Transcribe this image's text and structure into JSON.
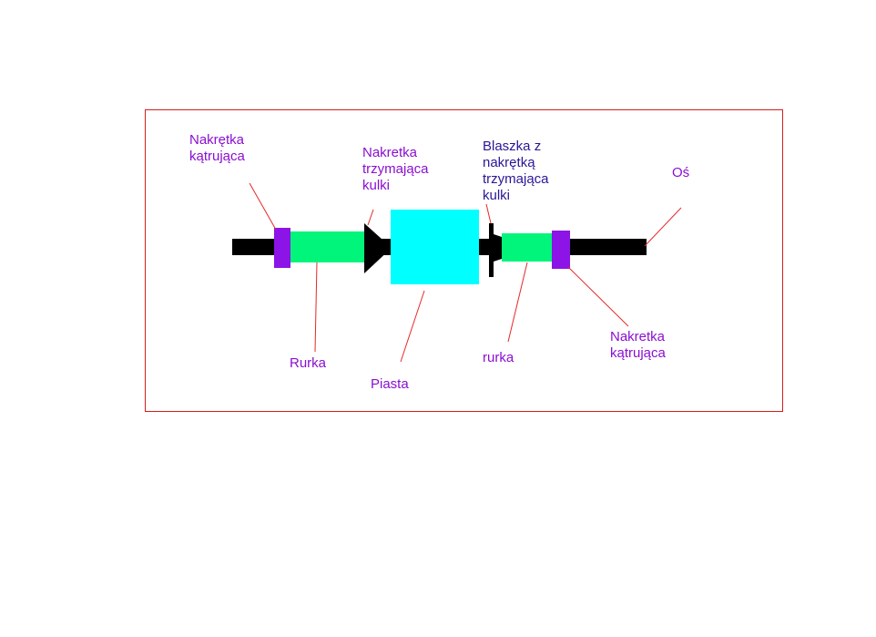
{
  "colors": {
    "frame": "#d21e1e",
    "leader": "#e62828",
    "axle": "#000000",
    "tube": "#00f57a",
    "hub": "#00ffff",
    "cone_nut": "#8c14e6",
    "label_purple": "#8a0fd0",
    "label_blue": "#2a1696"
  },
  "labels": {
    "cone_nut_left": "Nakrętka\nkątrująca",
    "ball_nut": "Nakretka\ntrzymająca\nkulki",
    "plate_with_nut": "Blaszka z\nnakrętką\ntrzymająca\nkulki",
    "axle": "Oś",
    "tube_left": "Rurka",
    "hub": "Piasta",
    "tube_right": "rurka",
    "cone_nut_right": "Nakretka\nkątrująca"
  }
}
